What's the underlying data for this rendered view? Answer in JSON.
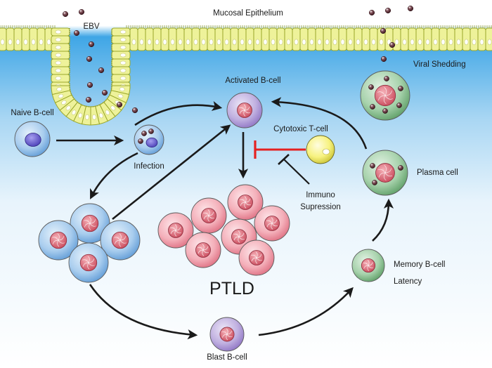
{
  "labels": {
    "mucosal_epithelium": "Mucosal Epithelium",
    "ebv": "EBV",
    "viral_shedding": "Viral Shedding",
    "activated_b_cell": "Activated B-cell",
    "naive_b_cell": "Naive B-cell",
    "infection": "Infection",
    "cytotoxic_t_cell": "Cytotoxic T-cell",
    "immuno_line1": "Immuno",
    "immuno_line2": "Supression",
    "plasma_cell": "Plasma cell",
    "ptld": "PTLD",
    "memory_b_cell": "Memory B-cell",
    "latency": "Latency",
    "blast_b_cell": "Blast B-cell"
  },
  "colors": {
    "naive": "#7fb3e0",
    "activated": "#b7a3d9",
    "ptld": "#f2a1ad",
    "plasma": "#93c99b",
    "tcell": "#f6f27c",
    "inhibition": "#e52121",
    "virus": "#5a2a33",
    "background_top": "#3fa6e6"
  }
}
